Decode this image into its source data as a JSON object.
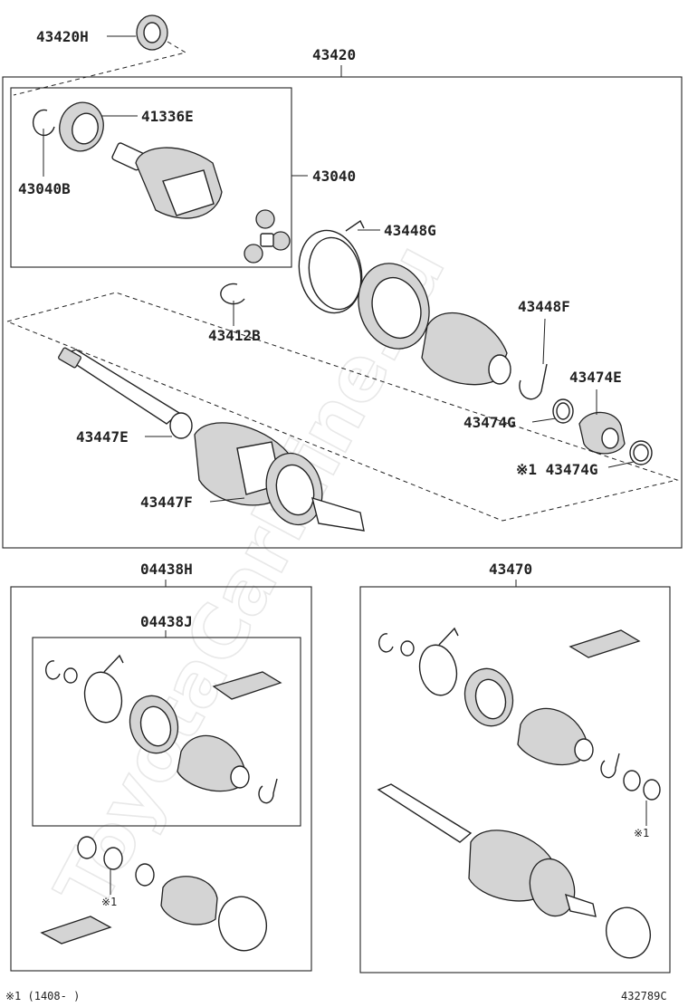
{
  "watermark": "ToyotaCarMine.ru",
  "labels": {
    "p43420h": "43420H",
    "p43420": "43420",
    "p41336e": "41336E",
    "p43040": "43040",
    "p43040b": "43040B",
    "p43448g": "43448G",
    "p43412b": "43412B",
    "p43448f": "43448F",
    "p43474e": "43474E",
    "p43474g": "43474G",
    "p43474g_note": "※1 43474G",
    "p43447e": "43447E",
    "p43447f": "43447F",
    "p04438h": "04438H",
    "p04438j": "04438J",
    "p43470": "43470",
    "note1_a": "※1",
    "note1_b": "※1"
  },
  "footnote": "※1 (1408-      )",
  "diagram_id": "432789C"
}
